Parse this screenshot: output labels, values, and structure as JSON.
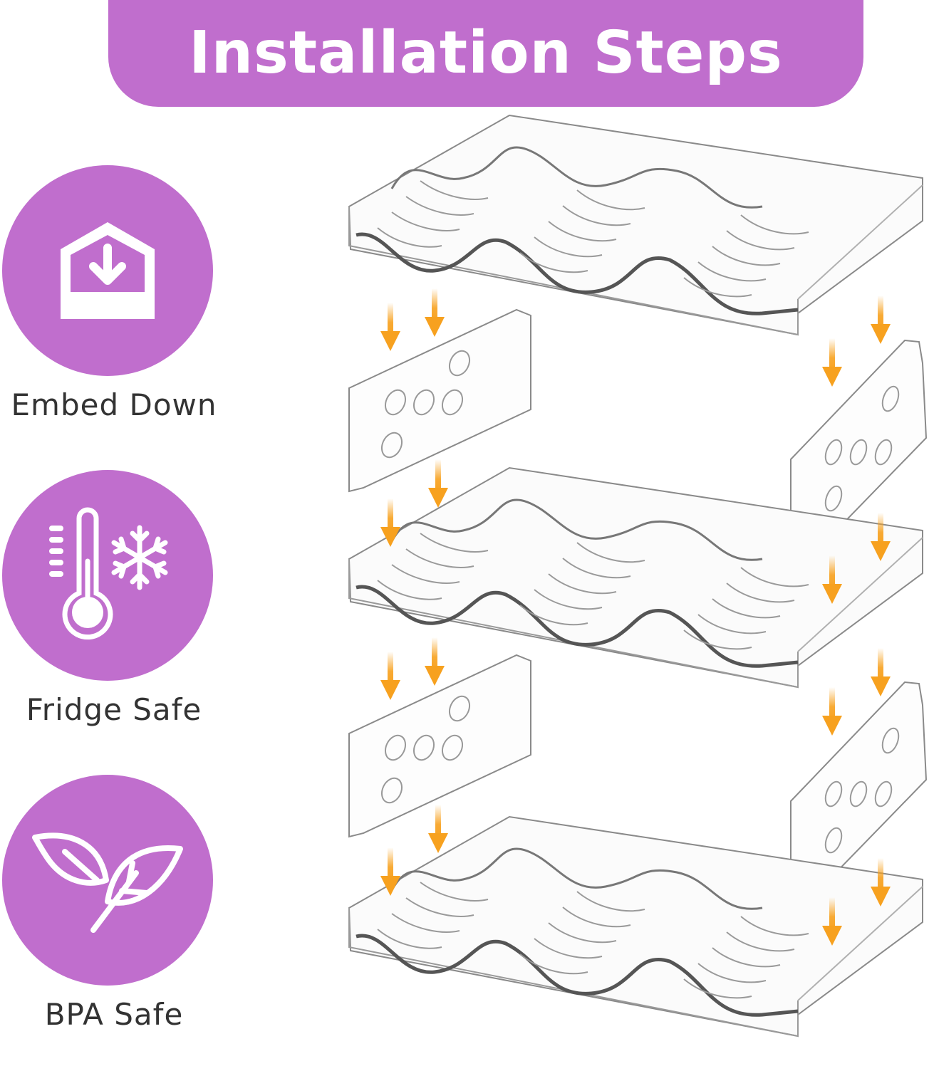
{
  "colors": {
    "accent": "#c06ecd",
    "arrow": "#f7a11f",
    "label_text": "#333333",
    "background": "#ffffff"
  },
  "header": {
    "title": "Installation Steps"
  },
  "features": [
    {
      "label": "Embed Down",
      "icon": "house-download-icon"
    },
    {
      "label": "Fridge Safe",
      "icon": "thermometer-snowflake-icon"
    },
    {
      "label": "BPA Safe",
      "icon": "leaves-icon"
    }
  ],
  "product": {
    "description": "Exploded view of 3 stackable clear wave-shaped bottle racks with 4 side connector panels and orange downward arrows",
    "racks": 3,
    "connector_panels": 4
  }
}
